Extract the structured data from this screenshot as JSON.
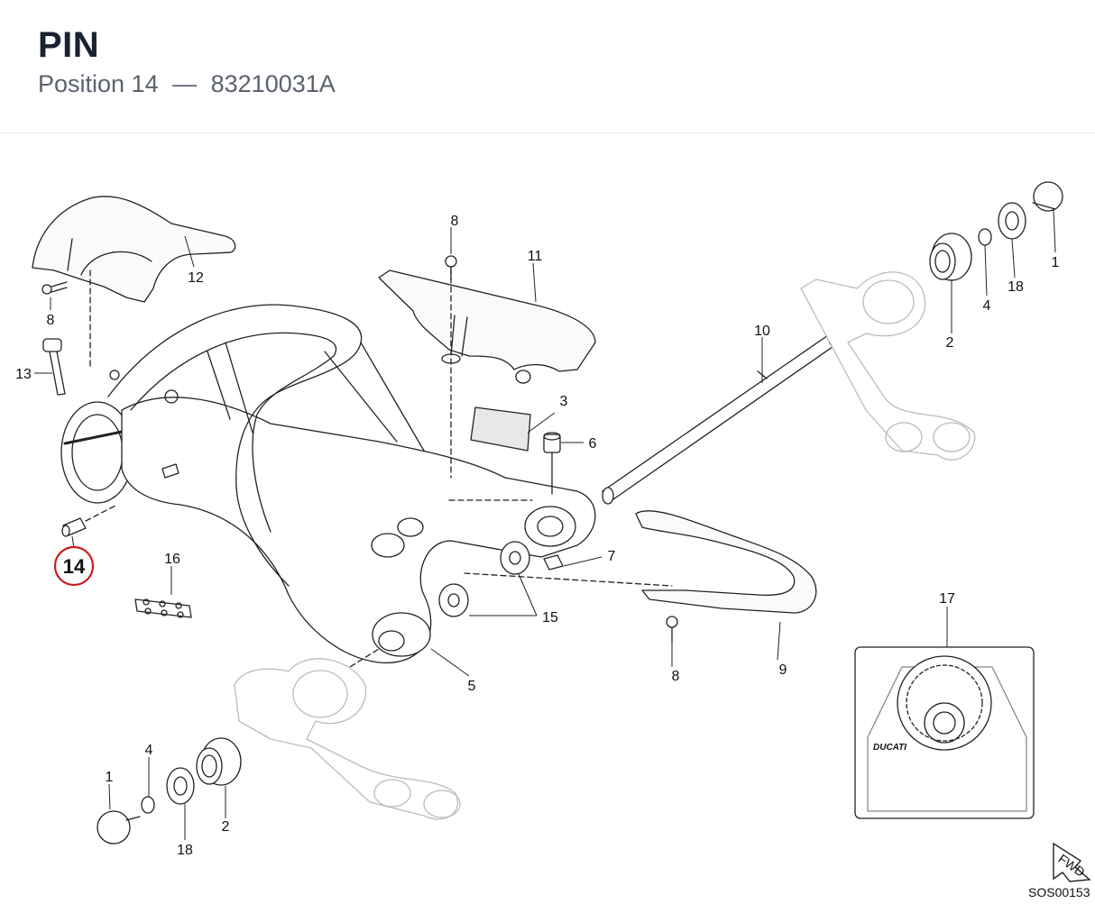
{
  "header": {
    "title": "PIN",
    "position_label": "Position 14",
    "separator": "—",
    "part_number": "83210031A"
  },
  "highlight": {
    "callout": "14",
    "color": "#cc1a1a"
  },
  "labels": {
    "l1a": "1",
    "l1b": "1",
    "l2a": "2",
    "l2b": "2",
    "l3": "3",
    "l4a": "4",
    "l4b": "4",
    "l5": "5",
    "l6": "6",
    "l7": "7",
    "l8a": "8",
    "l8b": "8",
    "l8c": "8",
    "l9": "9",
    "l10": "10",
    "l11": "11",
    "l12": "12",
    "l13": "13",
    "l15": "15",
    "l16": "16",
    "l17": "17",
    "l18a": "18",
    "l18b": "18"
  },
  "decal": {
    "brand": "DUCATI"
  },
  "fwd": "FWD",
  "ref_code": "SOS00153"
}
